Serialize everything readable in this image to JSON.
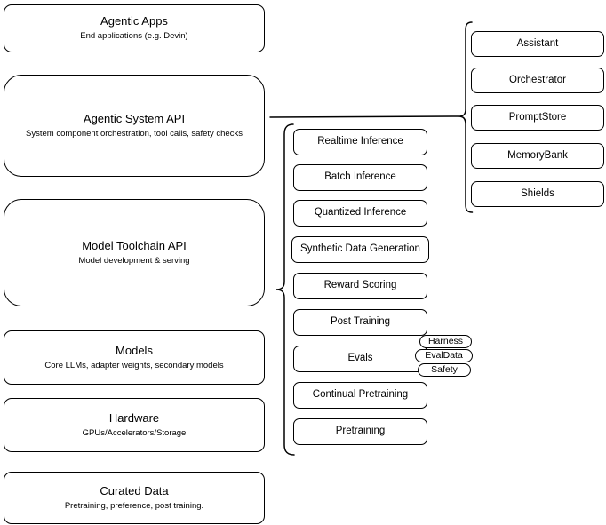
{
  "diagram": {
    "left_stack": [
      {
        "title": "Agentic Apps",
        "subtitle": "End applications (e.g. Devin)"
      },
      {
        "title": "Agentic System API",
        "subtitle": "System component orchestration, tool calls, safety checks"
      },
      {
        "title": "Model Toolchain API",
        "subtitle": "Model development & serving"
      },
      {
        "title": "Models",
        "subtitle": "Core LLMs, adapter weights, secondary models"
      },
      {
        "title": "Hardware",
        "subtitle": "GPUs/Accelerators/Storage"
      },
      {
        "title": "Curated Data",
        "subtitle": "Pretraining, preference, post training."
      }
    ],
    "toolchain_items": [
      {
        "label": "Realtime Inference"
      },
      {
        "label": "Batch Inference"
      },
      {
        "label": "Quantized Inference"
      },
      {
        "label": "Synthetic Data Generation"
      },
      {
        "label": "Reward Scoring"
      },
      {
        "label": "Post Training"
      },
      {
        "label": "Evals"
      },
      {
        "label": "Continual Pretraining"
      },
      {
        "label": "Pretraining"
      }
    ],
    "eval_tags": [
      {
        "label": "Harness"
      },
      {
        "label": "EvalData"
      },
      {
        "label": "Safety"
      }
    ],
    "system_components": [
      {
        "label": "Assistant"
      },
      {
        "label": "Orchestrator"
      },
      {
        "label": "PromptStore"
      },
      {
        "label": "MemoryBank"
      },
      {
        "label": "Shields"
      }
    ],
    "colors": {
      "stroke": "#000000",
      "background": "#ffffff"
    }
  }
}
